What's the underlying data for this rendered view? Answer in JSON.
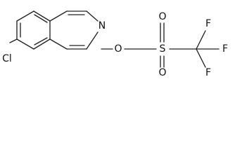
{
  "molecule": {
    "atom_labels": {
      "chloro": "Cl",
      "ring_nitrogen": "N",
      "ester_oxygen": "O",
      "sulfur": "S",
      "sulfonyl_oxygen_top": "O",
      "sulfonyl_oxygen_bottom": "O",
      "fluorine_top": "F",
      "fluorine_right": "F",
      "fluorine_bottom": "F"
    }
  }
}
